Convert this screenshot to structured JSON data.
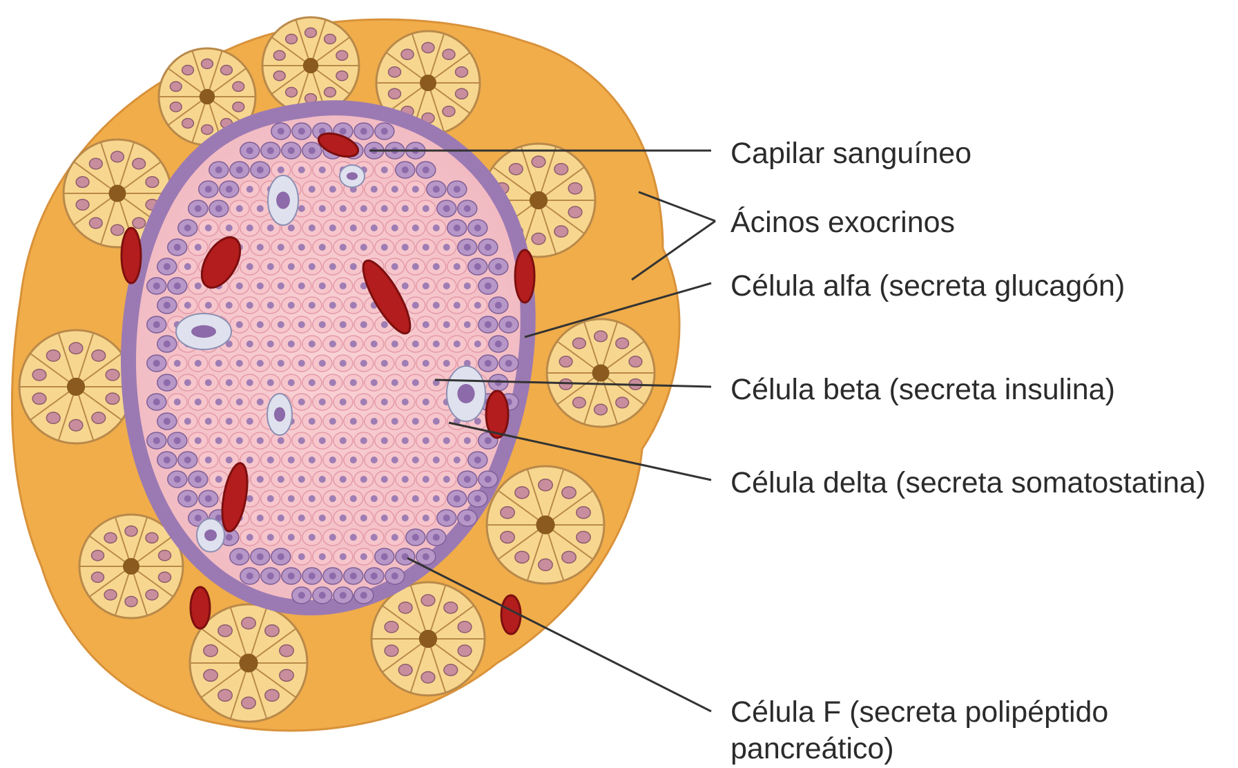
{
  "labels": {
    "capillary": "Capilar sanguíneo",
    "acini": "Ácinos exocrinos",
    "alpha": "Célula alfa (secreta glucagón)",
    "beta": "Célula beta (secreta insulina)",
    "delta": "Célula delta (secreta somatostatina)",
    "f_line1": "Célula F (secreta polipéptido",
    "f_line2": "pancreático)"
  },
  "colors": {
    "matrix": "#f0ad4a",
    "acinus_cell": "#f7d78f",
    "acinus_edge": "#b9894a",
    "lumen": "#8a5a1e",
    "nucleus": "#c98e9e",
    "islet": "#f6c6cc",
    "beta_cell_edge": "#e59aa7",
    "alpha_cell": "#b796c8",
    "alpha_nucleus": "#8d6aa9",
    "delta_cell": "#dfe2ee",
    "capillary": "#b31d1d",
    "leader_line": "#333333"
  }
}
